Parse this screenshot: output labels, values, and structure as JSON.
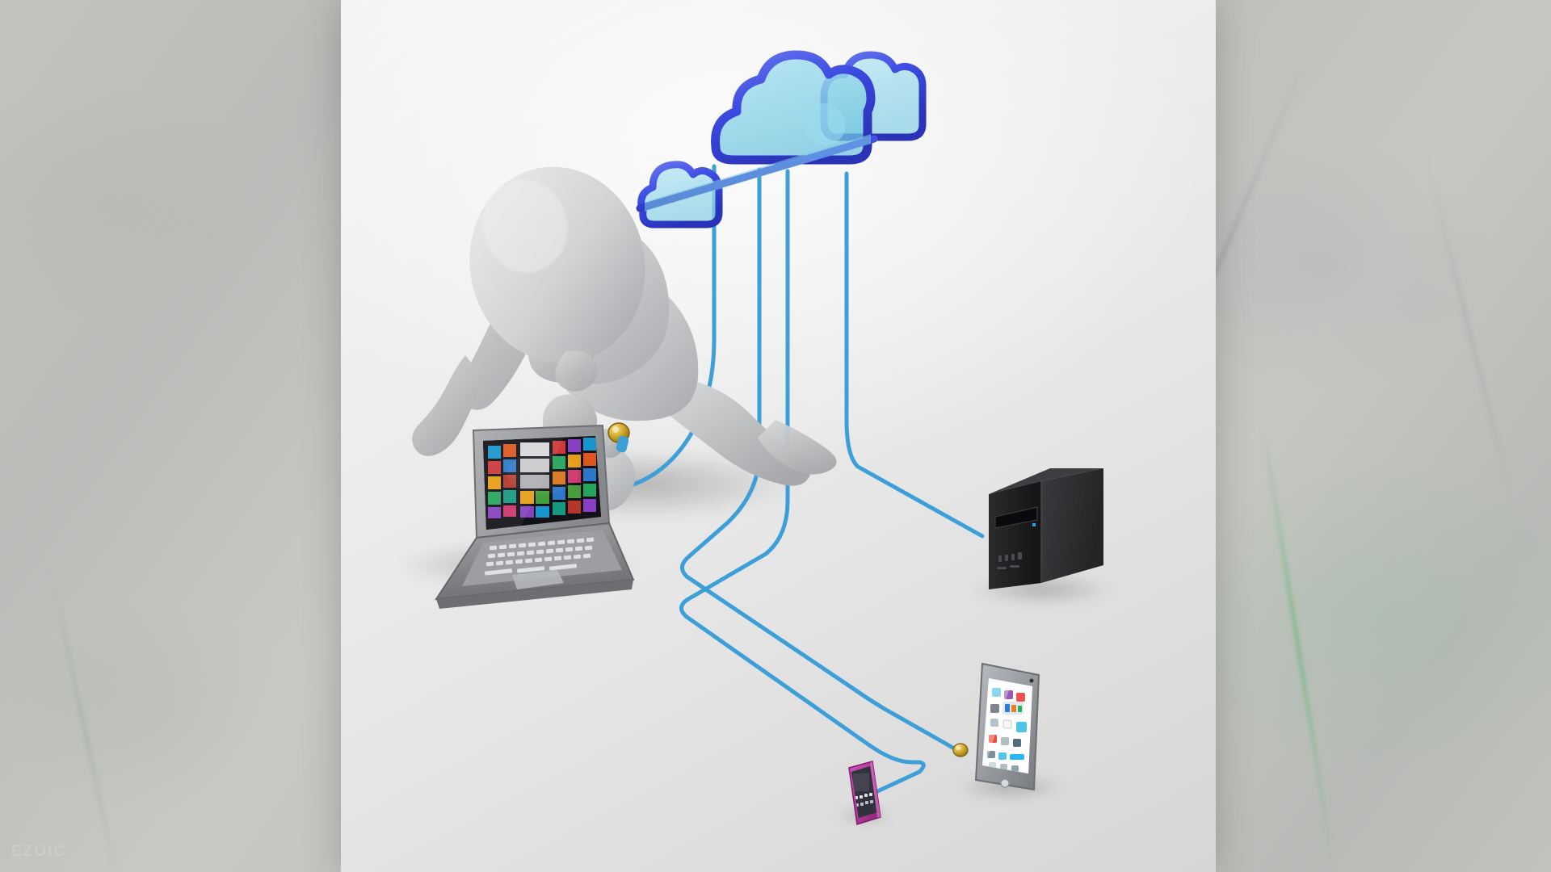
{
  "scene": {
    "title": "Cloud computing connectivity illustration",
    "background_label": "marble-stone-backdrop",
    "panel_label": "white-presentation-panel",
    "watermark": "EZOIC"
  },
  "colors": {
    "cable": "#3d9fd8",
    "cable_dark": "#2b7fb8",
    "cloud_outline": "#3344dd",
    "cloud_outline_light": "#5566ee",
    "cloud_fill": "#8fd4e8",
    "cloud_fill_light": "#aee3f2",
    "figure": "#cfd0d1",
    "figure_shadow": "#a9abad",
    "tower": "#1c1c1e",
    "tower_side": "#2e2f31",
    "laptop_body": "#8a8c8f",
    "laptop_screen": "#0b0b0d",
    "tablet_bezel": "#8e9296",
    "tablet_screen": "#f6f8f9",
    "phone_body": "#b7349c",
    "phone_screen": "#2b2b33",
    "connector_gold": "#c9a227",
    "panel": "#ededed",
    "marble": "#c2c3bd"
  },
  "cloud": {
    "name": "cloud-cluster",
    "parts": [
      {
        "label": "cloud-back-right",
        "role": "small background puff"
      },
      {
        "label": "cloud-main-center",
        "role": "largest front cloud"
      },
      {
        "label": "cloud-left-small",
        "role": "left side puff"
      }
    ]
  },
  "figure": {
    "name": "kneeling-mannequin",
    "description": "featureless gray 3D humanoid kneeling and plugging a cable into a laptop",
    "holding": "blue-cable-with-gold-connector"
  },
  "devices": [
    {
      "id": "laptop",
      "label": "Laptop",
      "screen_content": "Windows tiled start screen",
      "tile_colors": [
        "#d83b3b",
        "#e85c1f",
        "#f2a515",
        "#4aa83d",
        "#1a9ed8",
        "#8e44c9",
        "#d9386f",
        "#16a085",
        "#2d7dd2",
        "#c0392b",
        "#27ae60",
        "#e67e22"
      ]
    },
    {
      "id": "tower",
      "label": "Desktop PC tower",
      "screen_content": ""
    },
    {
      "id": "tablet",
      "label": "Tablet",
      "screen_content": "App grid on white home screen"
    },
    {
      "id": "phone",
      "label": "Smartphone",
      "screen_content": "Dark home screen with app row"
    }
  ],
  "cables": [
    {
      "id": "cable-laptop",
      "from": "cloud",
      "to": "laptop-hand-connector"
    },
    {
      "id": "cable-tablet",
      "from": "cloud",
      "to": "tablet-connector"
    },
    {
      "id": "cable-phone",
      "from": "cloud",
      "to": "phone"
    },
    {
      "id": "cable-tower",
      "from": "cloud",
      "to": "tower"
    }
  ]
}
